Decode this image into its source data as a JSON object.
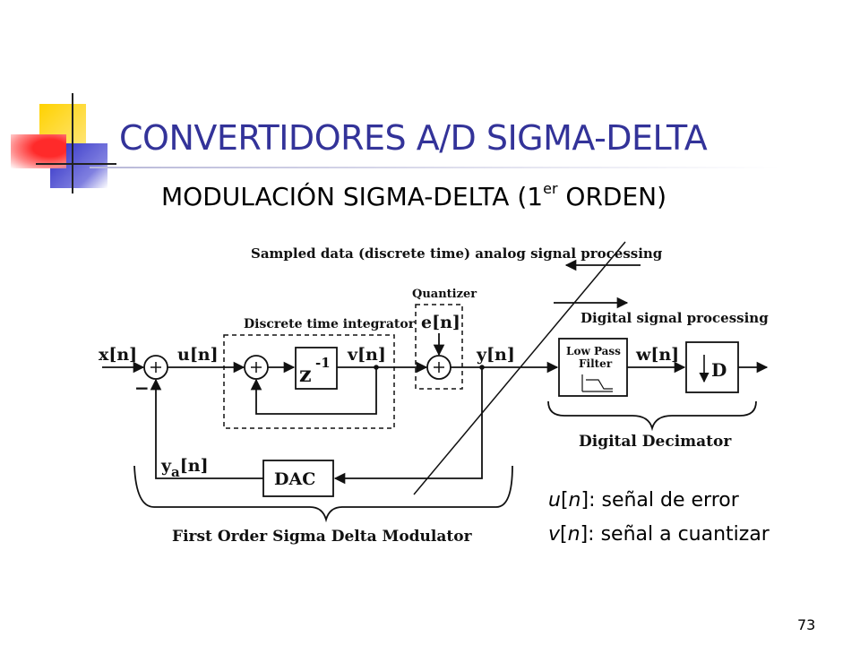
{
  "slide": {
    "title": "CONVERTIDORES A/D SIGMA-DELTA",
    "subtitle_main": "MODULACIÓN SIGMA-DELTA (1",
    "subtitle_sup": "er",
    "subtitle_end": " ORDEN)",
    "page_number": "73"
  },
  "diagram": {
    "top_caption": "Sampled data (discrete time) analog signal processing",
    "quantizer_label": "Quantizer",
    "integrator_label": "Discrete time integrator",
    "dsp_label": "Digital signal processing",
    "x_n": "x[n]",
    "u_n": "u[n]",
    "v_n": "v[n]",
    "e_n": "e[n]",
    "y_n": "y[n]",
    "w_n": "w[n]",
    "ya_n": "y",
    "ya_sub": "a",
    "ya_end": "[n]",
    "minus": "−",
    "delay_base": "z",
    "delay_exp": "-1",
    "lpf_line1": "Low Pass",
    "lpf_line2": "Filter",
    "decim_label": "D",
    "dac_label": "DAC",
    "decimator_caption": "Digital Decimator",
    "modulator_caption": "First Order Sigma Delta Modulator"
  },
  "notes": [
    {
      "var": "u",
      "mid": "[",
      "idx": "n",
      "rest": "]: señal de error"
    },
    {
      "var": "v",
      "mid": "[",
      "idx": "n",
      "rest": "]: señal a cuantizar"
    }
  ],
  "colors": {
    "title": "#333399",
    "logo_yellow": "#ffcc00",
    "logo_red": "#ff3333",
    "logo_blue": "#3333cc"
  }
}
